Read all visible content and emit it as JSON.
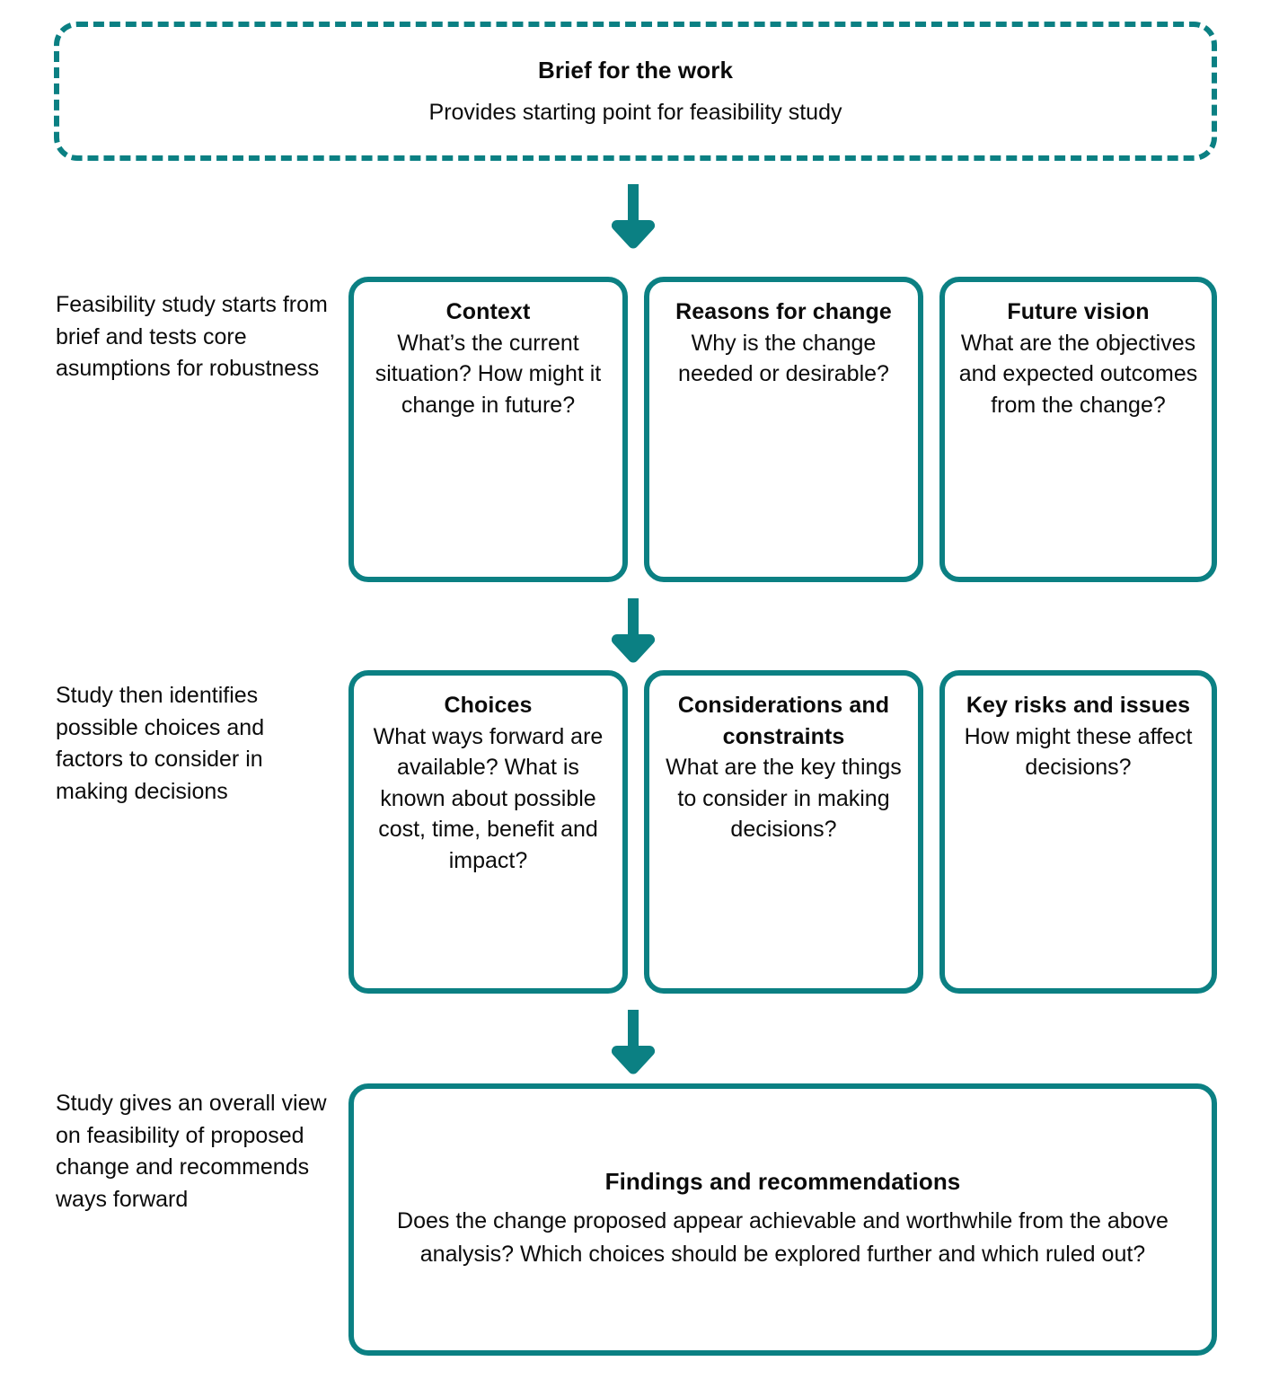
{
  "theme": {
    "accent_teal": "#0b8083",
    "text_color": "#0b0b0b",
    "background": "#ffffff"
  },
  "brief": {
    "title": "Brief for the work",
    "subtitle": "Provides starting point for feasibility study",
    "border_style": "dashed"
  },
  "arrows": [
    {
      "name": "arrow-brief-to-row1",
      "direction": "down"
    },
    {
      "name": "arrow-row1-to-row2",
      "direction": "down"
    },
    {
      "name": "arrow-row2-to-findings",
      "direction": "down"
    }
  ],
  "rows": [
    {
      "label": "Feasibility study starts from brief and tests core asumptions for robustness",
      "cards": [
        {
          "title": "Context",
          "body": "What’s the current situation? How might it change in future?"
        },
        {
          "title": "Reasons for change",
          "body": "Why is the change needed or desirable?"
        },
        {
          "title": "Future vision",
          "body": "What are the objectives and expected outcomes from the change?"
        }
      ]
    },
    {
      "label": "Study then identifies possible choices and factors to consider in making decisions",
      "cards": [
        {
          "title": "Choices",
          "body": "What ways forward are available? What is known about possible cost, time, benefit and impact?"
        },
        {
          "title": "Considerations and constraints",
          "body": "What are the key things to consider in making decisions?"
        },
        {
          "title": "Key risks and issues",
          "body": "How might these affect decisions?"
        }
      ]
    }
  ],
  "findings": {
    "label": "Study gives an overall view on feasibility of proposed change and recommends ways forward",
    "title": "Findings and recommendations",
    "body": "Does the change proposed appear achievable and worthwhile from the above analysis? Which choices should be explored further and which ruled out?"
  }
}
